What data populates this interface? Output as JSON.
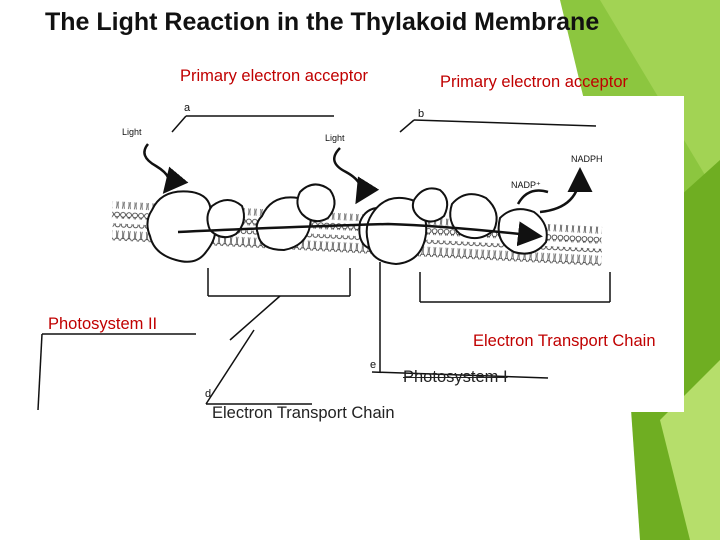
{
  "title": "The Light Reaction in the Thylakoid Membrane",
  "labels": {
    "primary_acceptor_left": "Primary electron acceptor",
    "primary_acceptor_right": "Primary electron acceptor",
    "photosystem_ii": "Photosystem II",
    "etc_right": "Electron Transport Chain",
    "photosystem_i": "Photosystem I",
    "etc_bottom": "Electron Transport Chain"
  },
  "diagram_text": {
    "light_1": "Light",
    "light_2": "Light",
    "nadph": "NADPH",
    "nadp": "NADP⁺",
    "letter_a": "a",
    "letter_b": "b",
    "letter_d": "d",
    "letter_e": "e"
  },
  "colors": {
    "background": "#ffffff",
    "accent_green": "#7ab526",
    "label_red": "#c00000",
    "title": "#111111"
  }
}
